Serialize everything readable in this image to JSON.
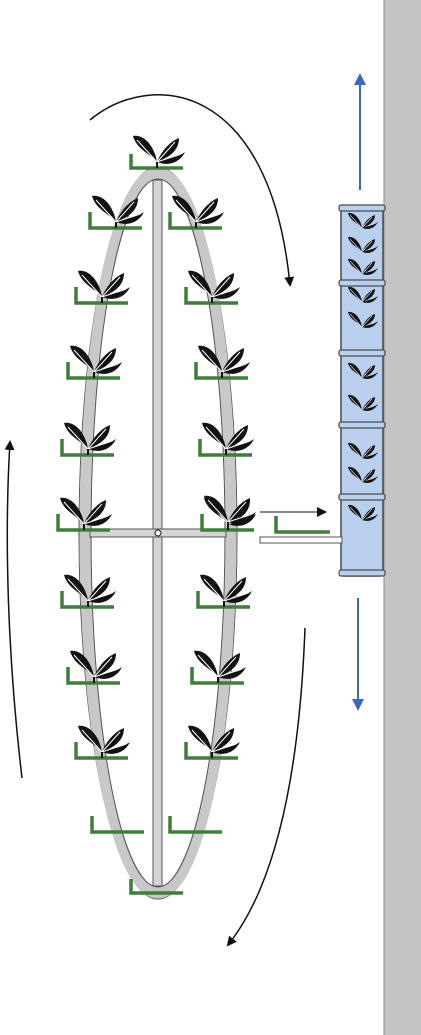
{
  "diagram": {
    "wall_color": "#c4c4c4",
    "wheel_color": "#c8c8c8",
    "shelf_color": "#3e7d3a",
    "plant_color": "#111111",
    "arrow_color": "#111111",
    "vertical_arrow_color": "#3a66c4",
    "container_fill": "#b9cfee",
    "container_stroke": "#4a4a4a",
    "left_ring_pots": 11,
    "right_ring_pots": 11,
    "container_plants": 10,
    "icons": [
      "plant-icon",
      "shelf-icon",
      "rotation-arrow-icon",
      "transfer-arrow-icon",
      "up-arrow-icon",
      "down-arrow-icon"
    ]
  }
}
